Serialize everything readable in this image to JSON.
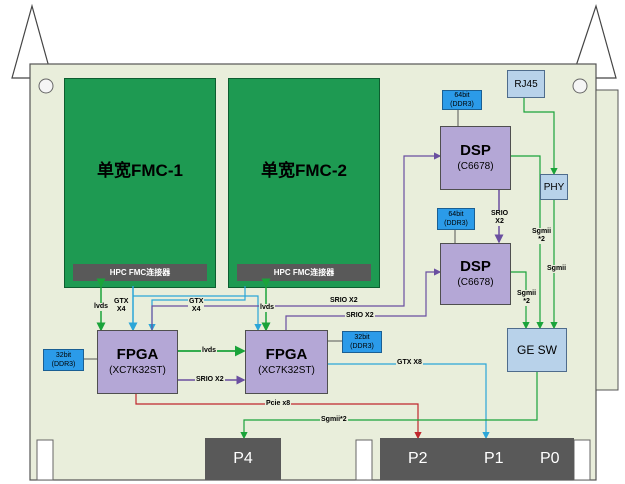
{
  "fmc": [
    {
      "title": "单宽FMC-1",
      "connector": "HPC FMC连接器"
    },
    {
      "title": "单宽FMC-2",
      "connector": "HPC FMC连接器"
    }
  ],
  "fpga": [
    {
      "name": "FPGA",
      "part": "(XC7K32ST)"
    },
    {
      "name": "FPGA",
      "part": "(XC7K32ST)"
    }
  ],
  "dsp": [
    {
      "name": "DSP",
      "part": "(C6678)"
    },
    {
      "name": "DSP",
      "part": "(C6678)"
    }
  ],
  "memory": {
    "fpga1": {
      "line1": "32bit",
      "line2": "(DDR3)"
    },
    "fpga2": {
      "line1": "32bit",
      "line2": "(DDR3)"
    },
    "dsp1": {
      "line1": "64bit",
      "line2": "(DDR3)"
    },
    "dsp2": {
      "line1": "64bit",
      "line2": "(DDR3)"
    }
  },
  "network": {
    "rj45": "RJ45",
    "phy": "PHY",
    "gesw": "GE SW"
  },
  "ports": {
    "p4": "P4",
    "p2": "P2",
    "p1": "P1",
    "p0": "P0"
  },
  "links": {
    "lvds_fmc1": "lvds",
    "gtx_fmc1": "GTX\nX4",
    "gtx_cross": "GTX\nX4",
    "lvds_fmc2": "lvds",
    "lvds_fpga": "lvds",
    "srio_fpga": "SRIO X2",
    "srio_dsp1": "SRIO X2",
    "srio_dsp2": "SRIO X2",
    "srio_dsp": "SRIO\nX2",
    "gtx_p1": "GTX X8",
    "pcie": "Pcie x8",
    "sgmii_p4": "Sgmii*2",
    "sgmii_dsp1": "Sgmii\n*2",
    "sgmii_dsp2": "Sgmii\n*2",
    "sgmii_phy": "Sgmii"
  },
  "colors": {
    "board": "#e9eedb",
    "fmc": "#1e9a52",
    "chip": "#b4a7d6",
    "ddr": "#2b9be9",
    "network": "#b8d2ea",
    "port": "#595959",
    "green_link": "#1aa33a",
    "blue_link": "#2ba6d8",
    "purple_link": "#6a4fa0",
    "red_link": "#c0272d"
  }
}
